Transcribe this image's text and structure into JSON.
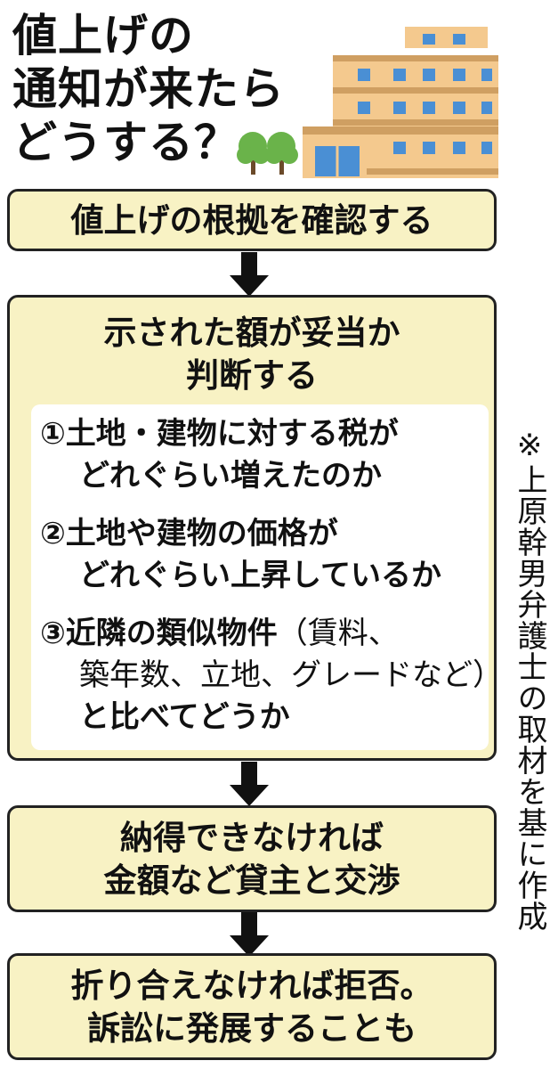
{
  "title": {
    "line1": "値上げの",
    "line2": "通知が来たら",
    "line3": "どうする？"
  },
  "steps": {
    "step1": {
      "text": "値上げの根拠を確認する"
    },
    "step2": {
      "line1": "示された額が妥当か",
      "line2": "判断する",
      "items": [
        {
          "line1": "①土地・建物に対する税が",
          "line2": "どれぐらい増えたのか"
        },
        {
          "line1": "②土地や建物の価格が",
          "line2": "どれぐらい上昇しているか"
        },
        {
          "line1a": "③近隣の類似物件",
          "line1b": "（賃料、",
          "line2": "築年数、立地、グレードなど）",
          "line3": "と比べてどうか"
        }
      ]
    },
    "step3": {
      "line1": "納得できなければ",
      "line2": "金額など貸主と交渉"
    },
    "step4": {
      "line1": "折り合えなければ拒否。",
      "line2": "訴訟に発展することも"
    }
  },
  "source_note": "※上原幹男弁護士の取材を基に作成",
  "colors": {
    "box_fill": "#f8f2c4",
    "inner_fill": "#ffffff",
    "building": "#f4c98e",
    "building_floor": "#cf9f62",
    "window": "#4a8fd4",
    "tree": "#6ab34a"
  },
  "icons": [
    "apartment-building-icon",
    "trees-icon",
    "down-arrow-icon"
  ]
}
